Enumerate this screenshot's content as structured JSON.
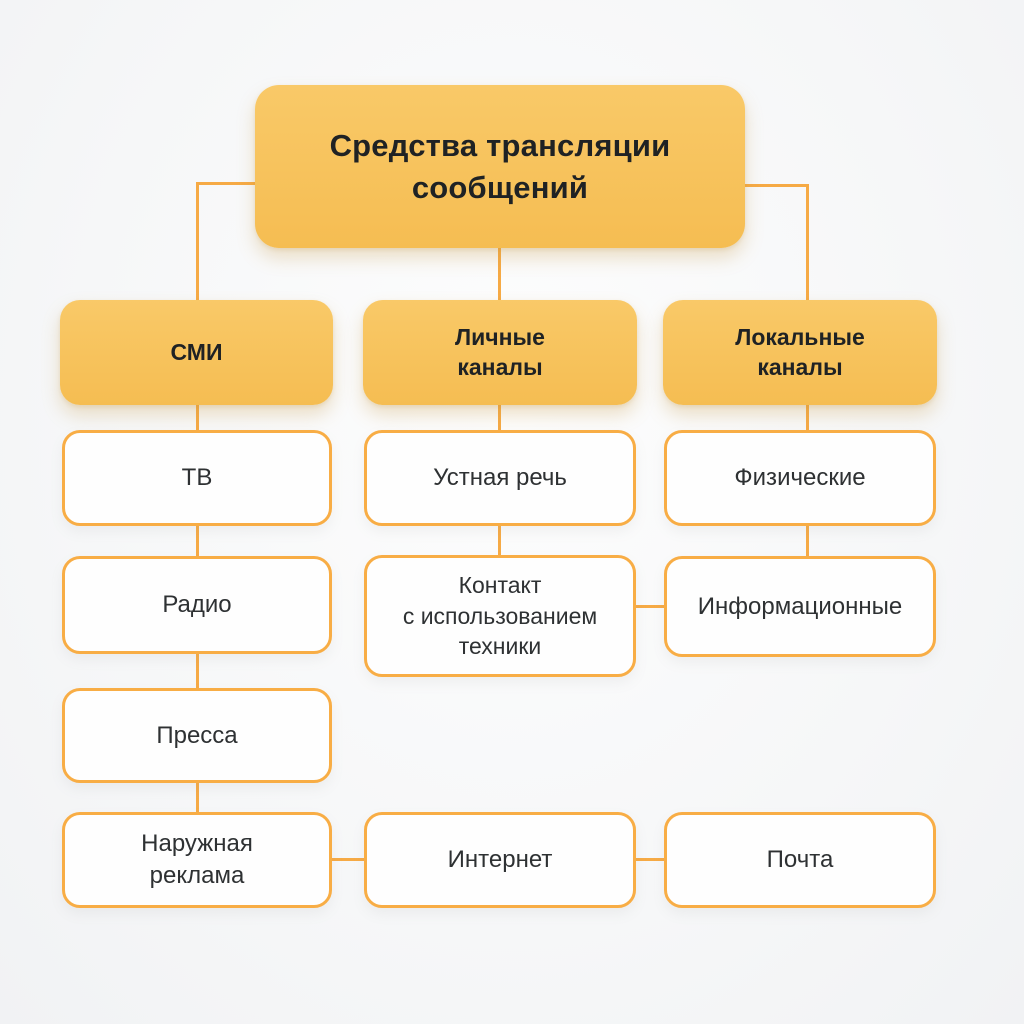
{
  "diagram": {
    "root": {
      "label": "Средства трансляции\nсообщений"
    },
    "branches": [
      {
        "header": "СМИ",
        "children": [
          "ТВ",
          "Радио",
          "Пресса",
          "Наружная\nреклама"
        ]
      },
      {
        "header": "Личные\nканалы",
        "children": [
          "Устная речь",
          "Контакт\nс использованием\nтехники",
          "Интернет"
        ]
      },
      {
        "header": "Локальные\nканалы",
        "children": [
          "Физические",
          "Информационные",
          "Почта"
        ]
      }
    ],
    "colors": {
      "node_fill": "#f7c35c",
      "node_border": "#f8ad45",
      "connector": "#f6aa45",
      "text": "#26292b",
      "background": "#f6f7f8"
    }
  }
}
